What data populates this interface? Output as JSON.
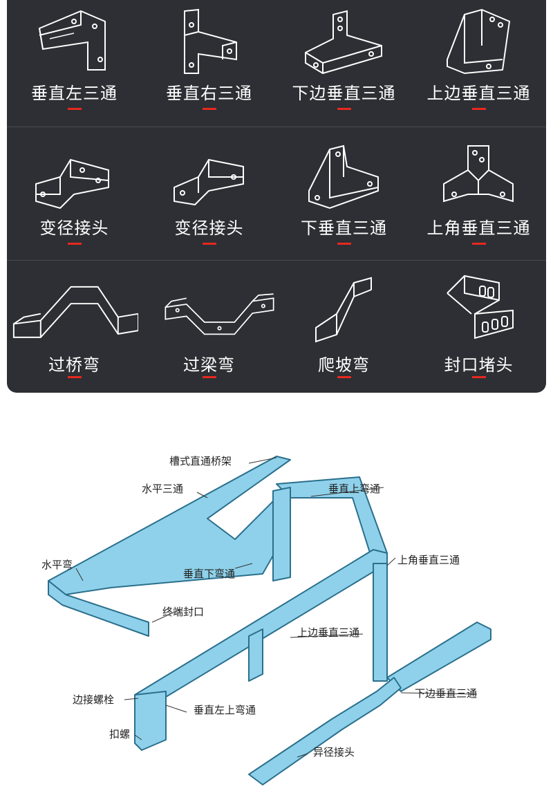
{
  "catalog": {
    "items": [
      {
        "label": "垂直左三通",
        "icon": "vertical-left-tee-icon"
      },
      {
        "label": "垂直右三通",
        "icon": "vertical-right-tee-icon"
      },
      {
        "label": "下边垂直三通",
        "icon": "lower-side-vertical-tee-icon"
      },
      {
        "label": "上边垂直三通",
        "icon": "upper-side-vertical-tee-icon"
      },
      {
        "label": "变径接头",
        "icon": "reducer-icon"
      },
      {
        "label": "变径接头",
        "icon": "reducer-alt-icon"
      },
      {
        "label": "下垂直三通",
        "icon": "down-vertical-tee-icon"
      },
      {
        "label": "上角垂直三通",
        "icon": "upper-corner-vertical-tee-icon"
      },
      {
        "label": "过桥弯",
        "icon": "bridge-bend-icon"
      },
      {
        "label": "过梁弯",
        "icon": "beam-bend-icon"
      },
      {
        "label": "爬坡弯",
        "icon": "slope-bend-icon"
      },
      {
        "label": "封口堵头",
        "icon": "end-cap-icon"
      }
    ],
    "accent_color": "#e8281e",
    "background_color": "#2d2f34"
  },
  "diagram": {
    "tray_color": "#8fd1ea",
    "callouts": [
      {
        "text": "槽式直通桥架"
      },
      {
        "text": "水平三通"
      },
      {
        "text": "垂直上弯通"
      },
      {
        "text": "水平弯"
      },
      {
        "text": "上角垂直三通"
      },
      {
        "text": "垂直下弯通"
      },
      {
        "text": "终端封口"
      },
      {
        "text": "上边垂直三通"
      },
      {
        "text": "下边垂直三通"
      },
      {
        "text": "边接螺栓"
      },
      {
        "text": "垂直左上弯通"
      },
      {
        "text": "扣螺"
      },
      {
        "text": "异径接头"
      }
    ]
  }
}
